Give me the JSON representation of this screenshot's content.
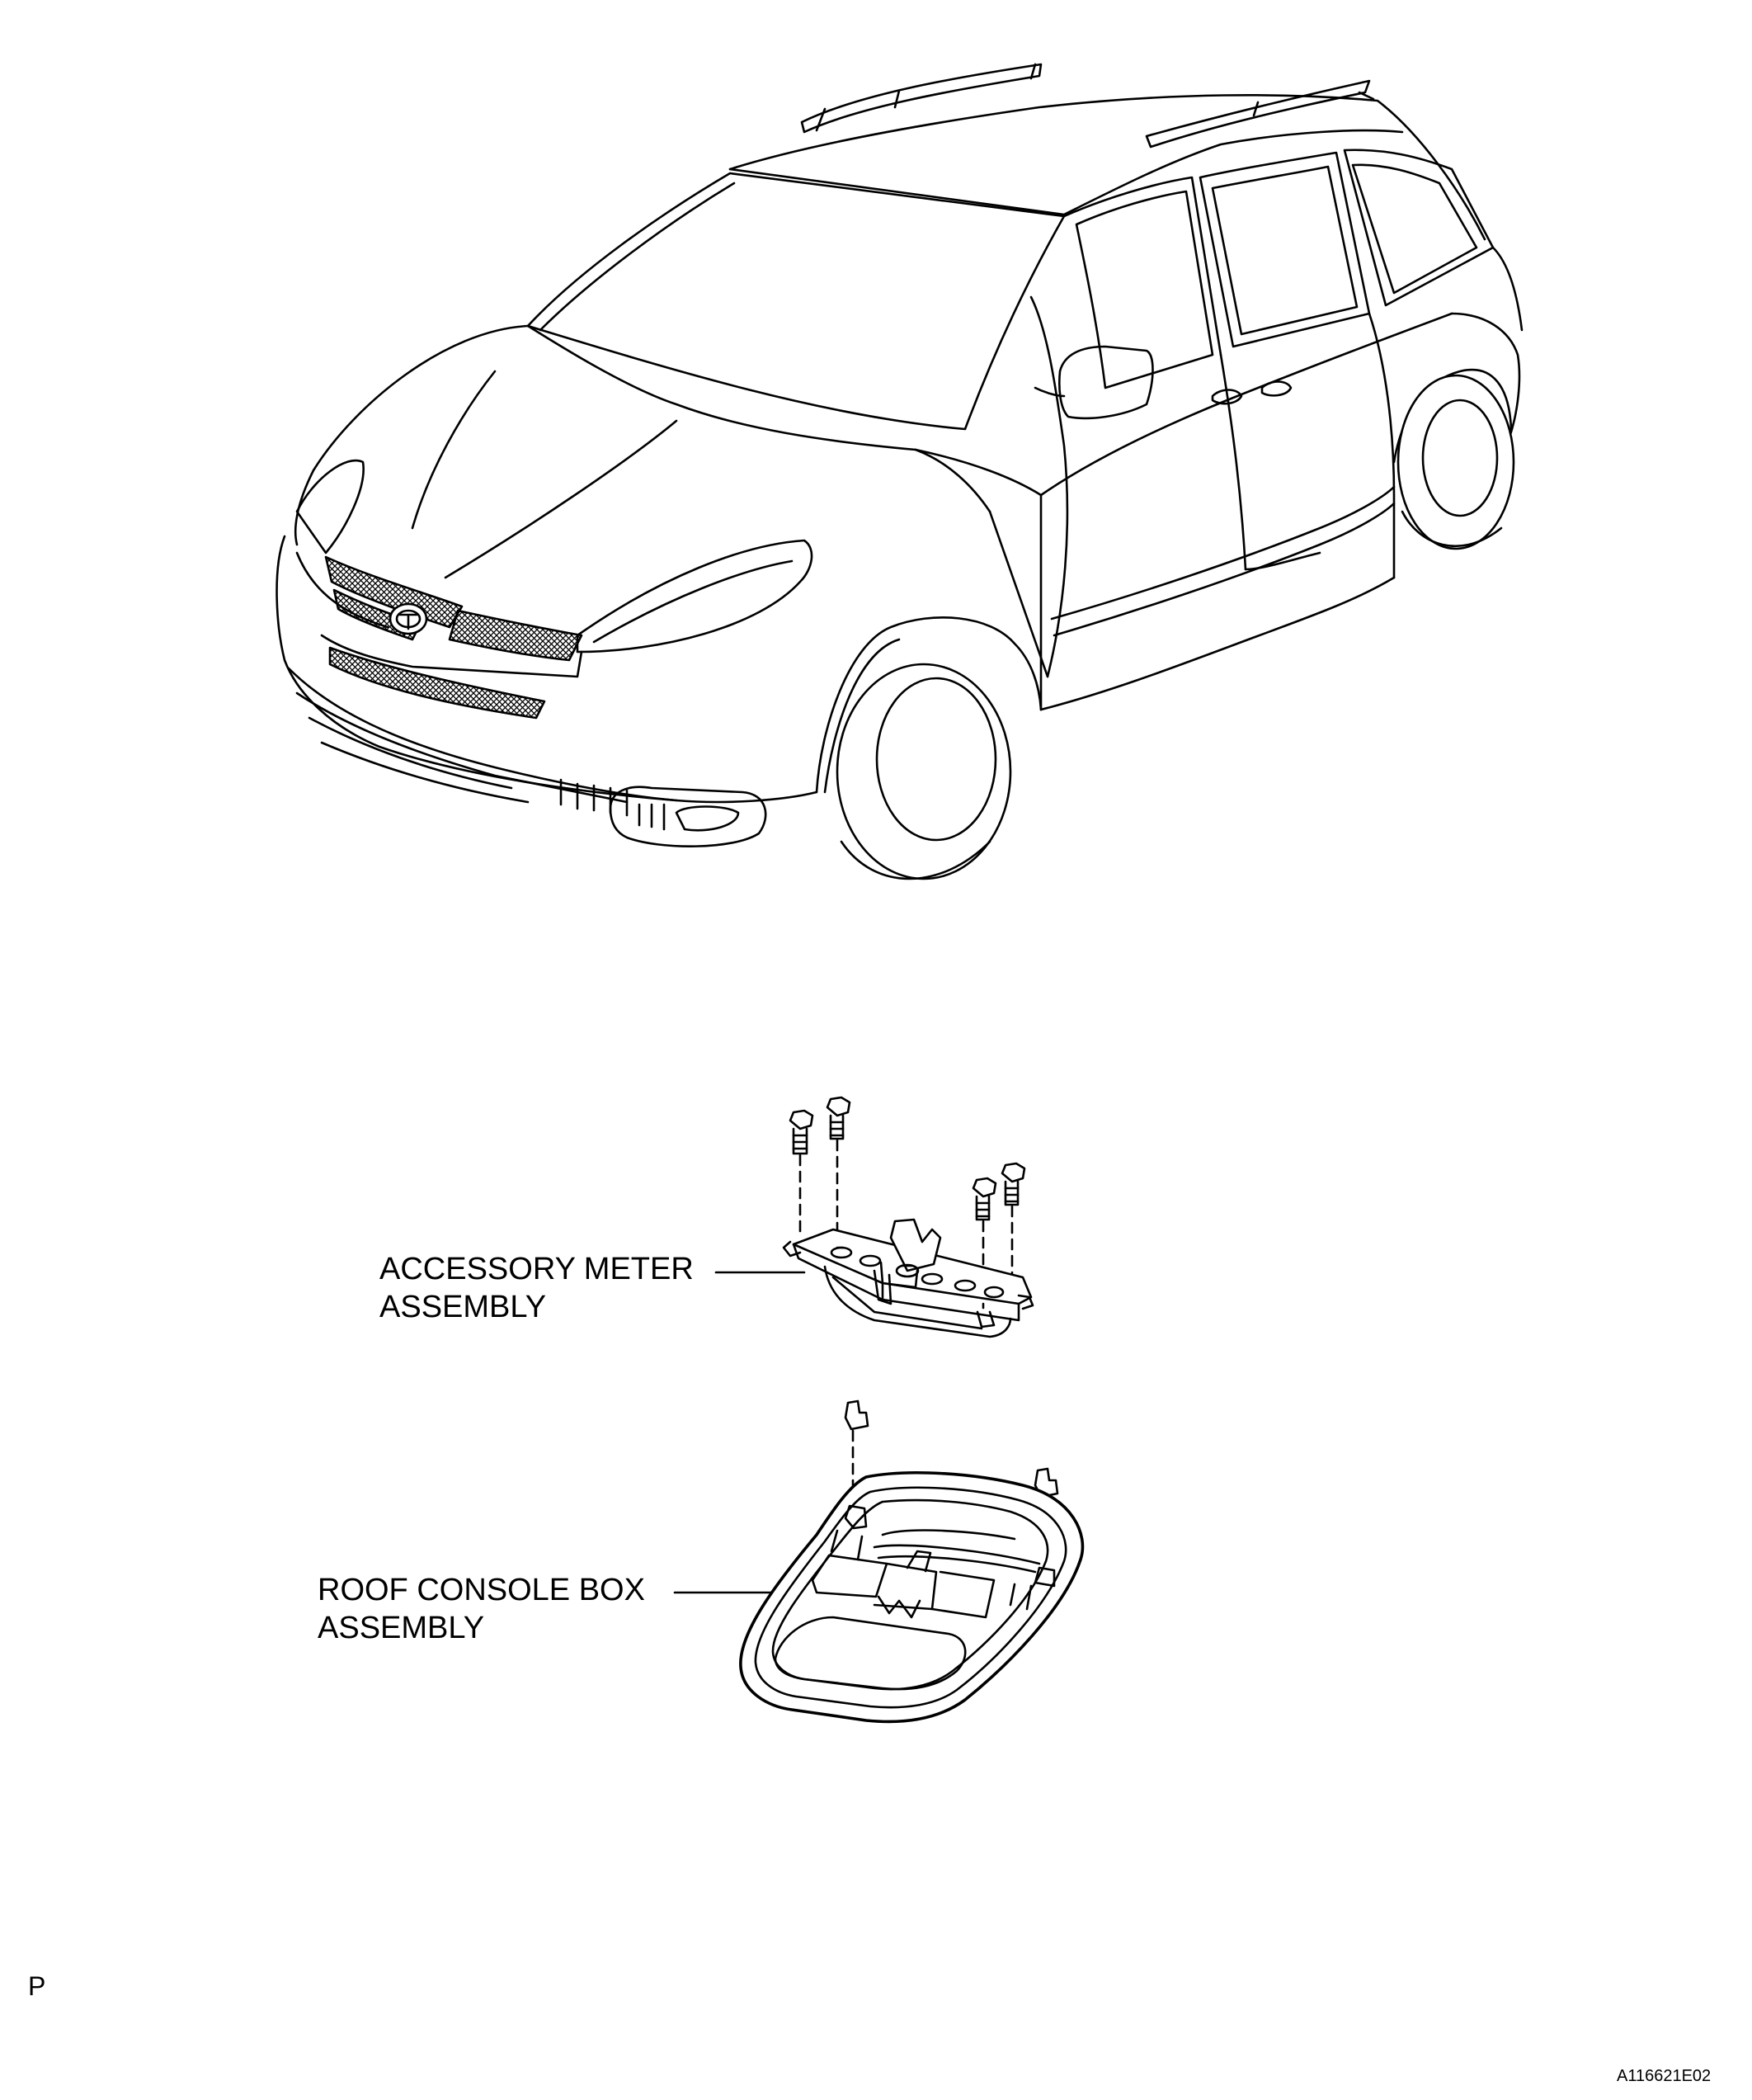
{
  "labels": {
    "accessory_meter_line1": "ACCESSORY METER",
    "accessory_meter_line2": "ASSEMBLY",
    "roof_console_line1": "ROOF CONSOLE BOX",
    "roof_console_line2": "ASSEMBLY"
  },
  "page_marker": "P",
  "figure_code": "A116621E02",
  "colors": {
    "ink": "#000000",
    "background": "#ffffff"
  }
}
